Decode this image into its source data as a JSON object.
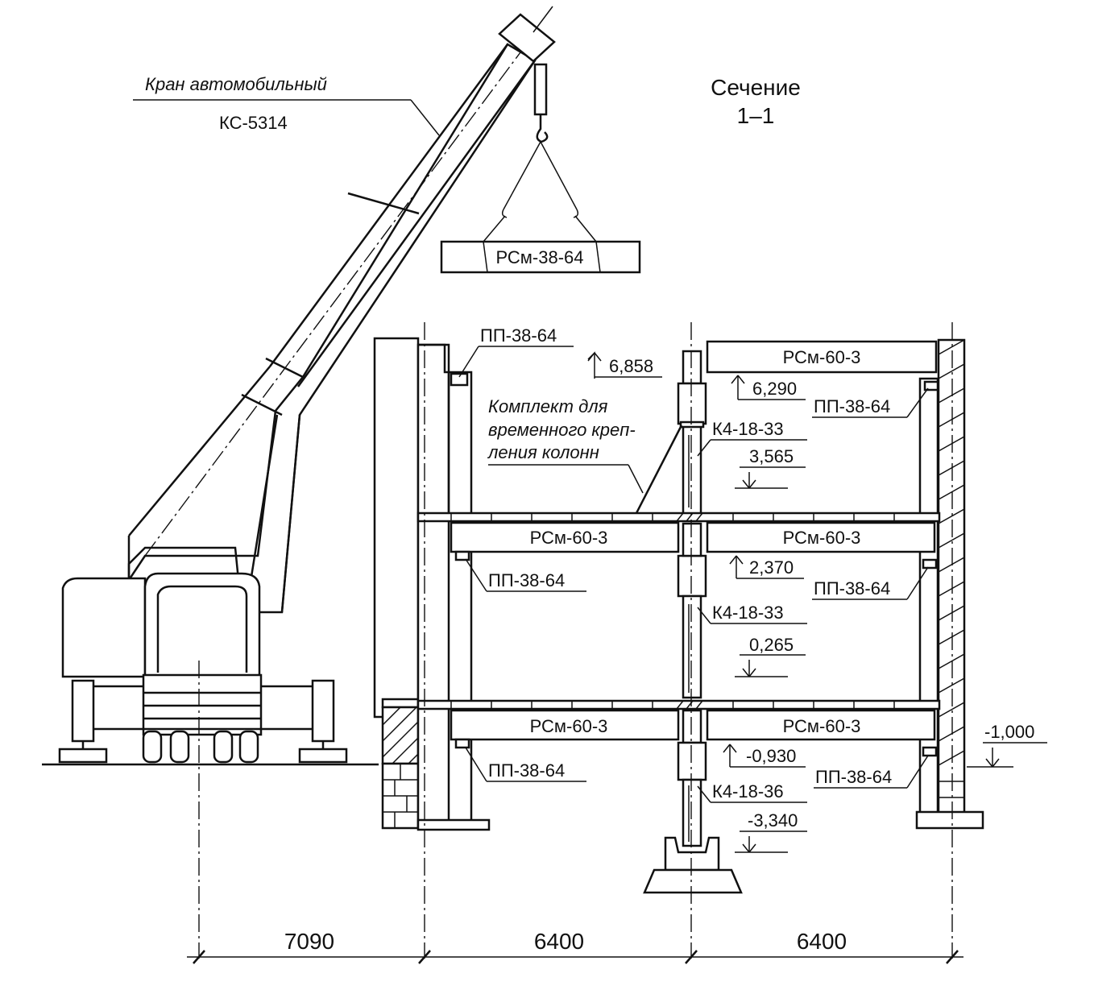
{
  "title": {
    "line1": "Сечение",
    "line2": "1–1"
  },
  "crane": {
    "name": "Кран автомобильный",
    "model": "КС-5314"
  },
  "temp_fix": {
    "line1": "Комплект для",
    "line2": "временного креп-",
    "line3": "ления колонн"
  },
  "elements": {
    "hanging_slab": "РСм-38-64",
    "top_slab": "РСм-60-3",
    "mid_left_slab": "РСм-60-3",
    "mid_right_slab": "РСм-60-3",
    "low_left_slab": "РСм-60-3",
    "low_right_slab": "РСм-60-3",
    "pp_top_left": "ПП-38-64",
    "pp_top_right": "ПП-38-64",
    "pp_mid_left": "ПП-38-64",
    "pp_mid_right": "ПП-38-64",
    "pp_low_left": "ПП-38-64",
    "pp_low_right": "ПП-38-64",
    "col_top": "К4-18-33",
    "col_mid": "К4-18-33",
    "col_low": "К4-18-36"
  },
  "levels": {
    "l6858": "6,858",
    "l6290": "6,290",
    "l3565": "3,565",
    "l2370": "2,370",
    "l0265": "0,265",
    "lm0930": "-0,930",
    "lm1000": "-1,000",
    "lm3340": "-3,340"
  },
  "dimensions": {
    "d1": "7090",
    "d2": "6400",
    "d3": "6400"
  }
}
